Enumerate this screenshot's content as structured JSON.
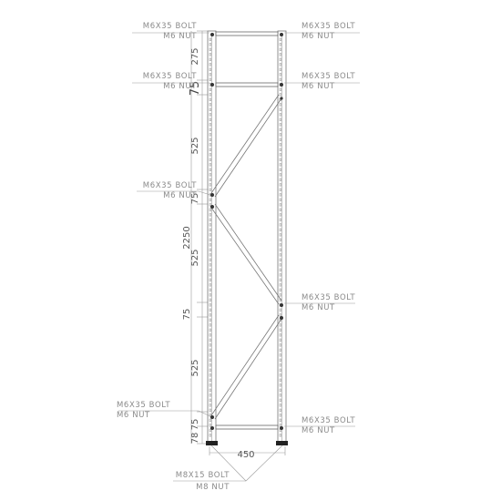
{
  "labels": {
    "top_left_bolt": "M6X35 BOLT",
    "top_left_nut": "M6 NUT",
    "top_right_bolt": "M6X35 BOLT",
    "top_right_nut": "M6 NUT",
    "upper_left_bolt": "M6X35 BOLT",
    "upper_left_nut": "M6 NUT",
    "upper_right_bolt": "M6X35 BOLT",
    "upper_right_nut": "M6 NUT",
    "mid_left_bolt": "M6X35 BOLT",
    "mid_left_nut": "M6 NUT",
    "mid_right_bolt": "M6X35 BOLT",
    "mid_right_nut": "M6 NUT",
    "bottom_left_bolt": "M6X35 BOLT",
    "bottom_left_nut": "M6 NUT",
    "bottom_right_bolt": "M6X35 BOLT",
    "bottom_right_nut": "M6 NUT",
    "foot_bolt": "M8X15 BOLT",
    "foot_nut": "M8 NUT"
  },
  "dimensions": {
    "top_gap": "275",
    "upper_beam": "75",
    "brace_1": "525",
    "joint_1": "75",
    "brace_2": "525",
    "joint_2": "75",
    "brace_3": "525",
    "bottom_beam": "75",
    "foot": "78",
    "total_height": "2250",
    "width": "450"
  }
}
